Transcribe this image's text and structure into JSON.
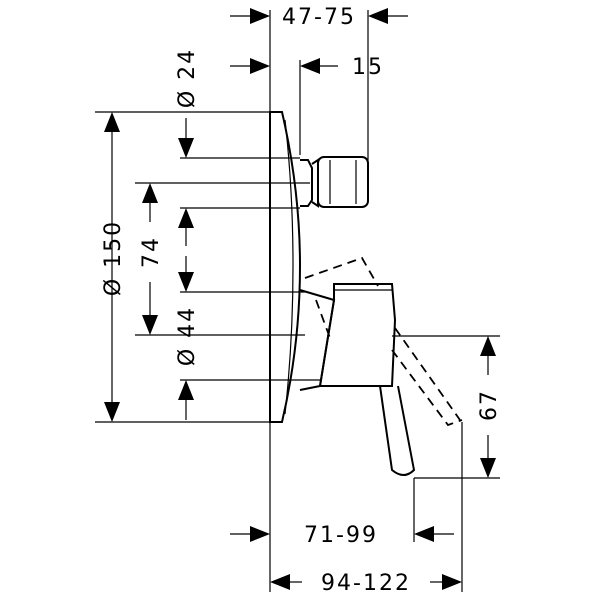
{
  "diagram": {
    "dimensions": {
      "top_span": "47-75",
      "top_right": "15",
      "left_diameter_small": "Ø 24",
      "left_diameter_large": "Ø 150",
      "left_middle": "74",
      "left_diameter_mid": "Ø 44",
      "right_height": "67",
      "bottom_upper": "71-99",
      "bottom_lower": "94-122"
    }
  }
}
